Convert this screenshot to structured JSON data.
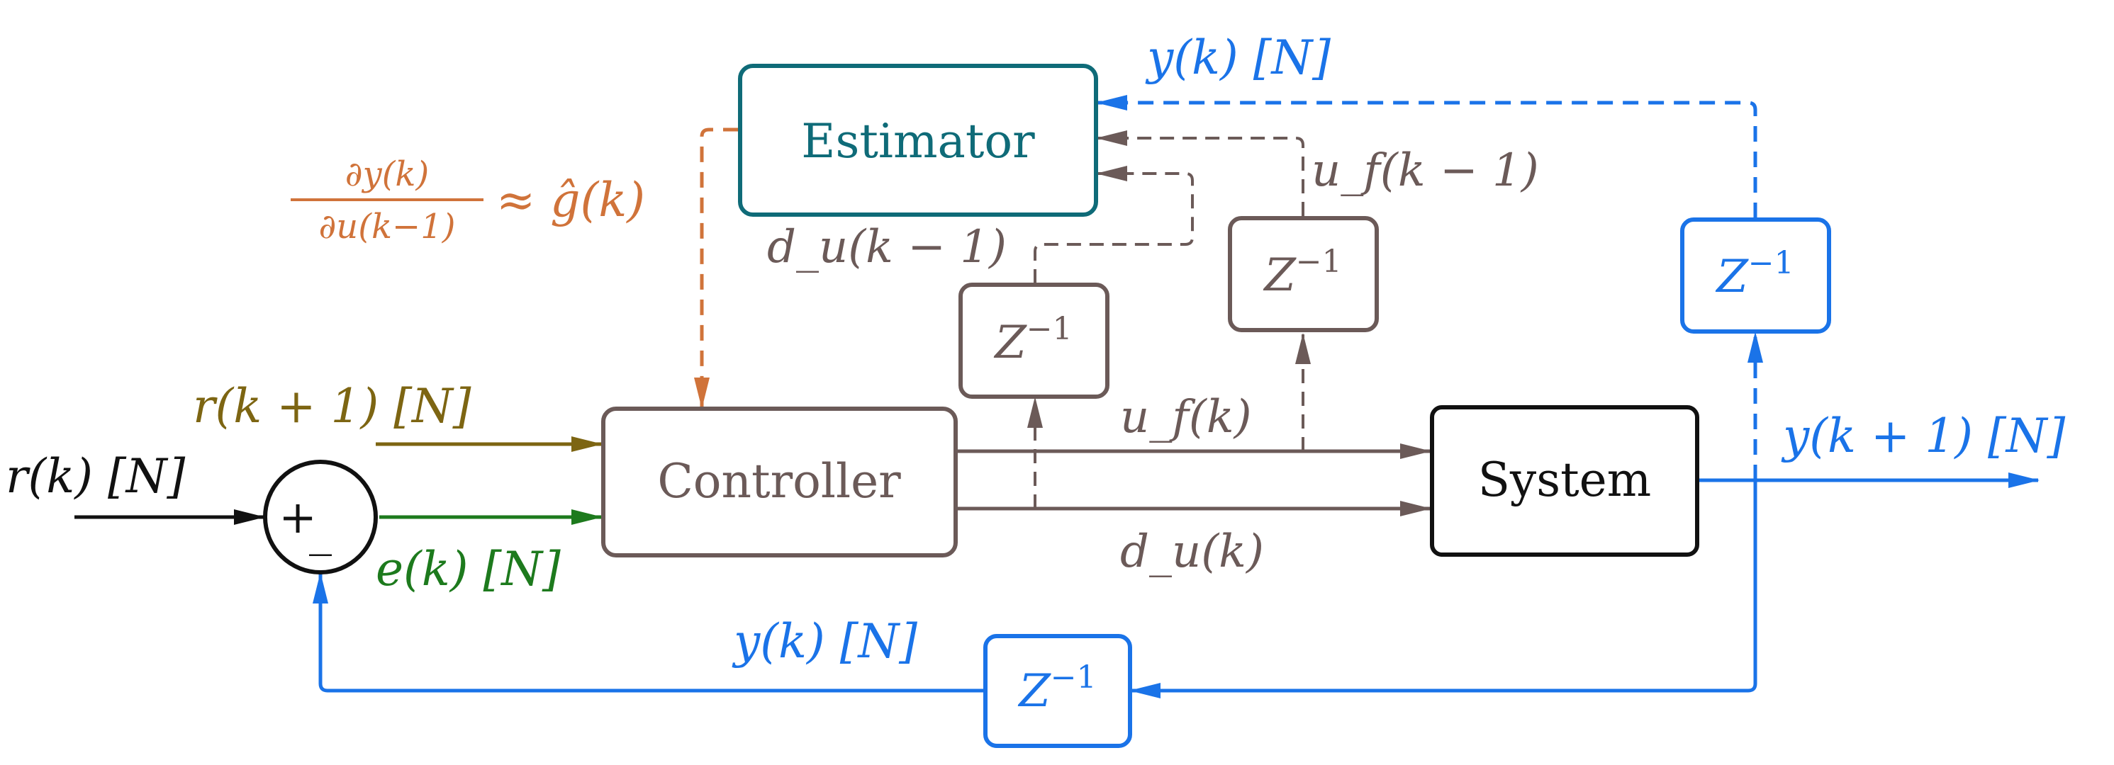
{
  "colors": {
    "black": "#111111",
    "blue": "#1a73e8",
    "brown": "#6b5a58",
    "teal": "#0f6b78",
    "olive": "#7d6512",
    "green": "#1d7a1d",
    "orange": "#d0733a"
  },
  "blocks": {
    "estimator": "Estimator",
    "controller": "Controller",
    "system": "System",
    "delay": "Z",
    "delay_exp": "−1"
  },
  "sum": {
    "plus": "+",
    "minus": "_"
  },
  "signals": {
    "r_k": "r(k) [N]",
    "r_k1": "r(k + 1) [N]",
    "e_k": "e(k) [N]",
    "y_k_top": "y(k) [N]",
    "y_k_bottom": "y(k) [N]",
    "y_k1": "y(k + 1) [N]",
    "uf_k": "u_f(k)",
    "du_k": "d_u(k)",
    "uf_k1": "u_f(k − 1)",
    "du_k1": "d_u(k − 1)",
    "gradient_num": "∂y(k)",
    "gradient_den": "∂u(k−1)",
    "gradient_approx": "≈ ĝ(k)"
  }
}
